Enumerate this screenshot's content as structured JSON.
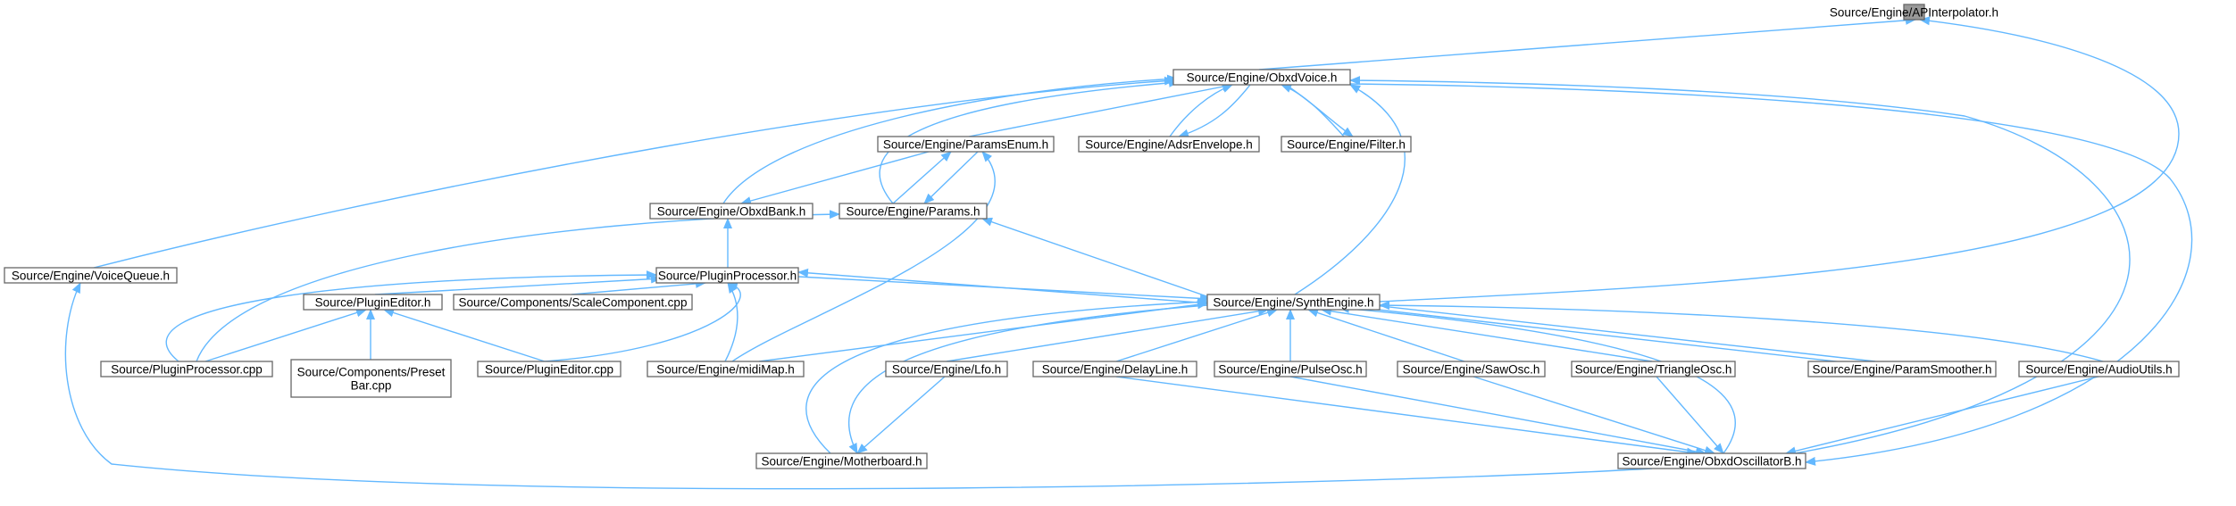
{
  "colors": {
    "edge": "#63b8ff",
    "root_fill": "#999999",
    "node_border": "#666666"
  },
  "nodes": [
    {
      "id": "apinterpolator",
      "label": "Source/Engine/APInterpolator.h",
      "root": true
    },
    {
      "id": "obxdvoice",
      "label": "Source/Engine/ObxdVoice.h"
    },
    {
      "id": "paramsenum",
      "label": "Source/Engine/ParamsEnum.h"
    },
    {
      "id": "adsrenvelope",
      "label": "Source/Engine/AdsrEnvelope.h"
    },
    {
      "id": "filter",
      "label": "Source/Engine/Filter.h"
    },
    {
      "id": "obxdbank",
      "label": "Source/Engine/ObxdBank.h"
    },
    {
      "id": "params",
      "label": "Source/Engine/Params.h"
    },
    {
      "id": "voicequeue",
      "label": "Source/Engine/VoiceQueue.h"
    },
    {
      "id": "pluginprocessor_h",
      "label": "Source/PluginProcessor.h"
    },
    {
      "id": "plugineditor_h",
      "label": "Source/PluginEditor.h"
    },
    {
      "id": "scalecomponent",
      "label": "Source/Components/ScaleComponent.cpp"
    },
    {
      "id": "synthengine",
      "label": "Source/Engine/SynthEngine.h"
    },
    {
      "id": "pluginprocessor_cpp",
      "label": "Source/PluginProcessor.cpp"
    },
    {
      "id": "presetbar",
      "label": [
        "Source/Components/Preset",
        "Bar.cpp"
      ]
    },
    {
      "id": "plugineditor_cpp",
      "label": "Source/PluginEditor.cpp"
    },
    {
      "id": "midimap",
      "label": "Source/Engine/midiMap.h"
    },
    {
      "id": "lfo",
      "label": "Source/Engine/Lfo.h"
    },
    {
      "id": "delayline",
      "label": "Source/Engine/DelayLine.h"
    },
    {
      "id": "pulseosc",
      "label": "Source/Engine/PulseOsc.h"
    },
    {
      "id": "sawosc",
      "label": "Source/Engine/SawOsc.h"
    },
    {
      "id": "triangleosc",
      "label": "Source/Engine/TriangleOsc.h"
    },
    {
      "id": "paramsmoother",
      "label": "Source/Engine/ParamSmoother.h"
    },
    {
      "id": "audioutils",
      "label": "Source/Engine/AudioUtils.h"
    },
    {
      "id": "motherboard",
      "label": "Source/Engine/Motherboard.h"
    },
    {
      "id": "obxdoscillatorb",
      "label": "Source/Engine/ObxdOscillatorB.h"
    }
  ]
}
